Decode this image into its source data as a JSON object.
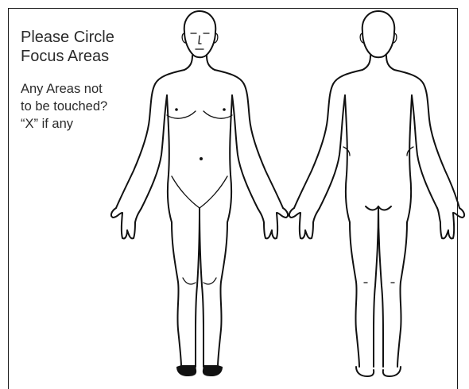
{
  "form": {
    "focus_prompt_line1": "Please Circle",
    "focus_prompt_line2": "Focus Areas",
    "avoid_prompt_line1": "Any Areas not",
    "avoid_prompt_line2": "to be touched?",
    "avoid_prompt_line3": "“X” if any"
  },
  "figures": {
    "front_view_icon": "human-body-front-outline",
    "back_view_icon": "human-body-back-outline",
    "line_color": "#111111"
  }
}
